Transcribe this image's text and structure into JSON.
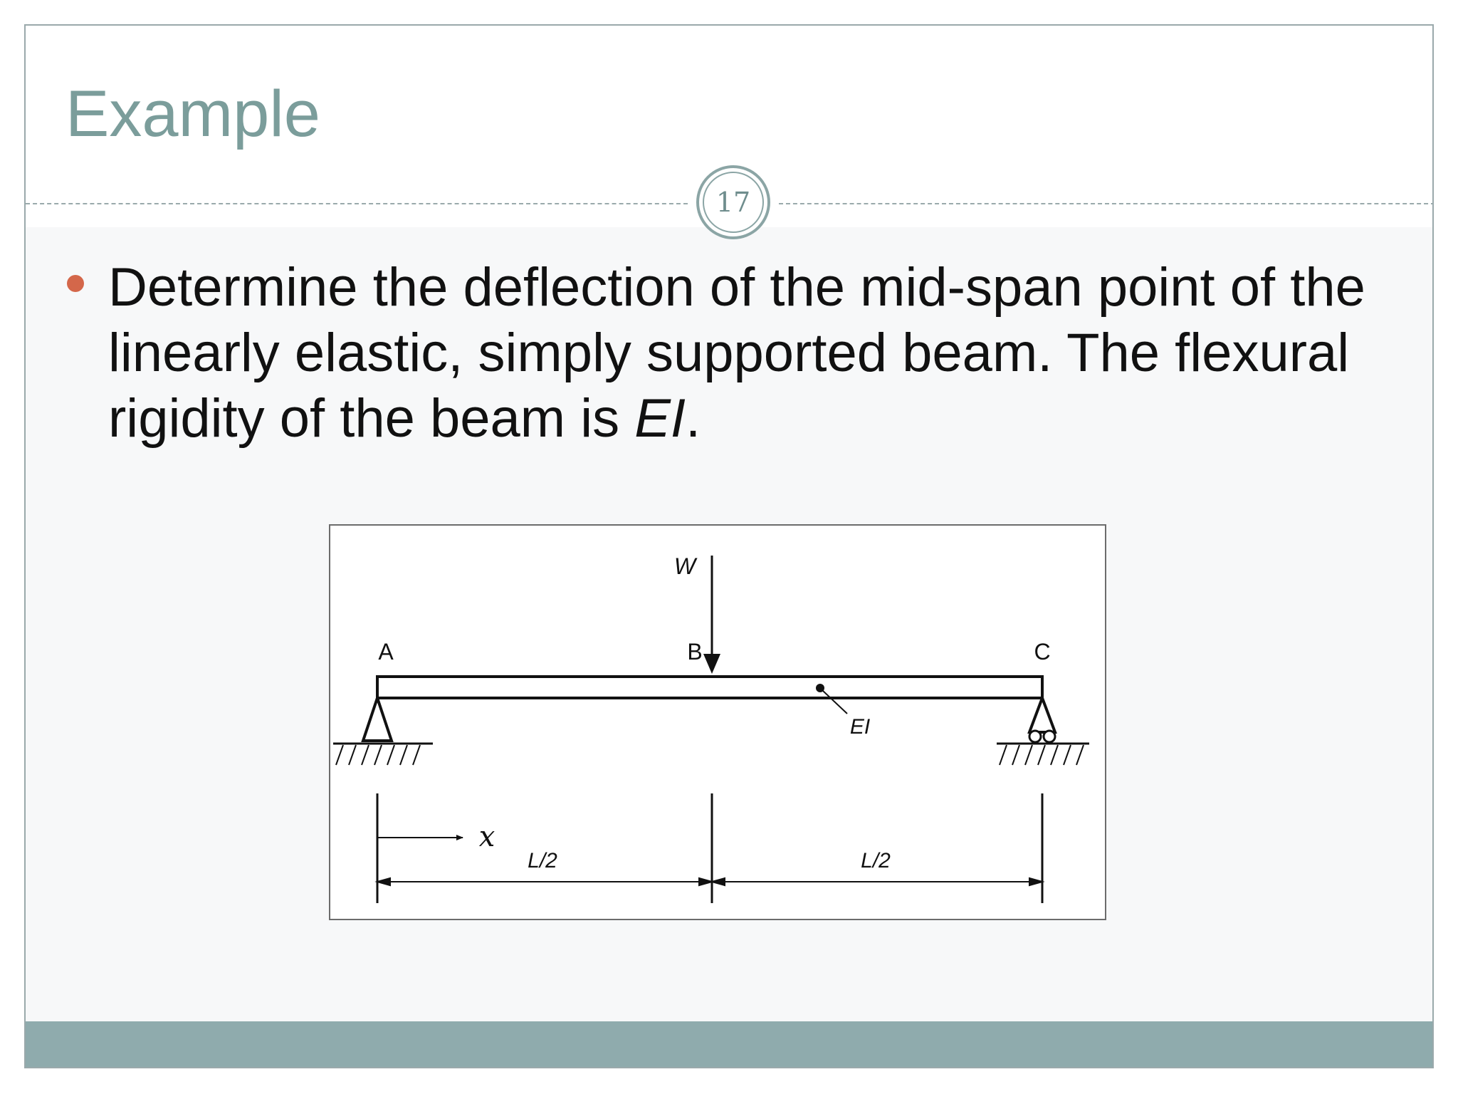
{
  "slide": {
    "title": "Example",
    "page_number": "17",
    "bullet": {
      "text_before": "Determine the deflection of the mid-span point of the linearly elastic, simply supported beam. The flexural rigidity of the beam is ",
      "emphasis": "EI",
      "text_after": "."
    }
  },
  "figure": {
    "load_label": "W",
    "point_a": "A",
    "point_b": "B",
    "point_c": "C",
    "stiffness_label": "EI",
    "axis_label": "x",
    "left_span_label": "L/2",
    "right_span_label": "L/2"
  },
  "colors": {
    "title": "#7b9d9b",
    "bullet": "#d4674a",
    "footer": "#8fabad",
    "badge": "#8ba5a5"
  }
}
